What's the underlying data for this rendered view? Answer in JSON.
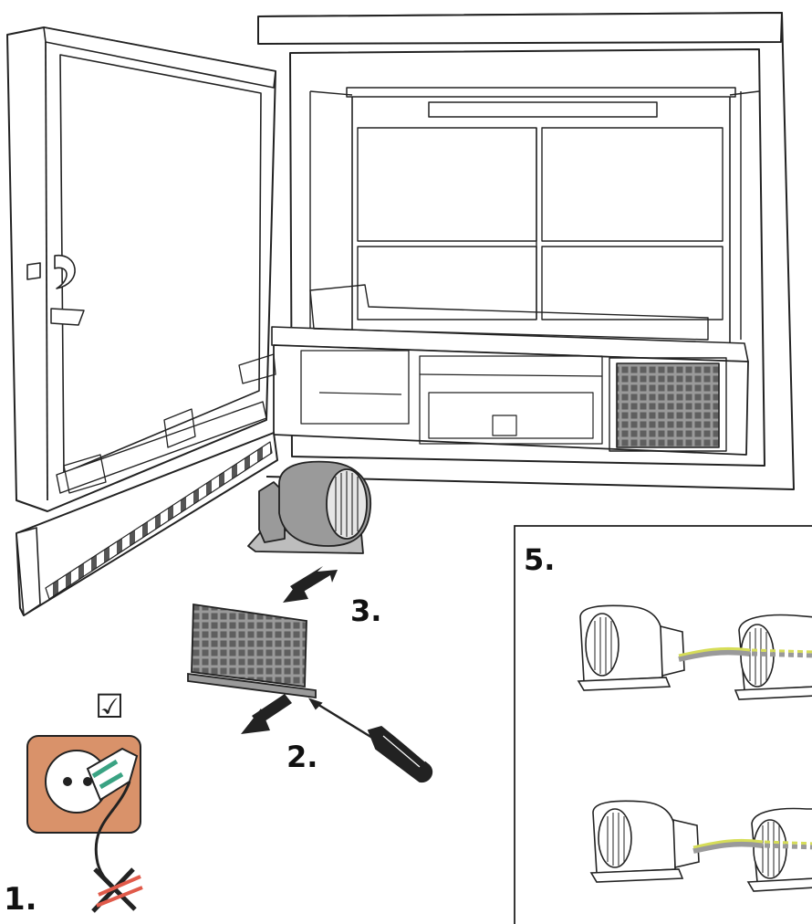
{
  "steps": {
    "step1": "1.",
    "step2": "2.",
    "step3": "3.",
    "step5": "5."
  },
  "checkbox_glyph": "☑",
  "colors": {
    "line": "#222222",
    "part_fill": "#9a9a9a",
    "part_fill_light": "#bdbdbd",
    "socket_fill": "#d9926a",
    "plug_green": "#3aa383",
    "cross_red": "#e05a4a",
    "wire_yellow": "#d6dd58",
    "wire_gray": "#9a9a9a"
  },
  "icons": {
    "screwdriver": "screwdriver-icon",
    "checkbox": "checkbox-checked-icon",
    "socket": "wall-socket-icon",
    "cross": "disconnect-cross-icon",
    "arrow": "down-left-arrow-icon"
  }
}
